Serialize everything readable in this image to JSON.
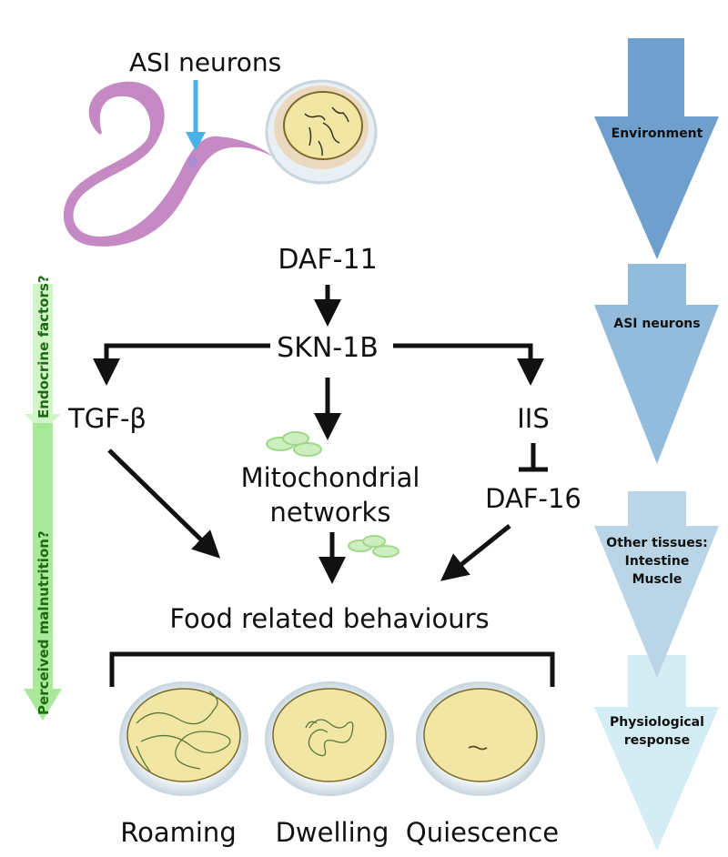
{
  "worm_label": "ASI neurons",
  "pathway": {
    "daf11": "DAF-11",
    "skn1b": "SKN-1B",
    "tgf": "TGF-β",
    "mito_line1": "Mitochondrial",
    "mito_line2": "networks",
    "iis": "IIS",
    "daf16": "DAF-16",
    "food": "Food related behaviours"
  },
  "behaviours": [
    {
      "label": "Roaming"
    },
    {
      "label": "Dwelling"
    },
    {
      "label": "Quiescence"
    }
  ],
  "side_arrow": {
    "stages": [
      {
        "lines": [
          "Environment"
        ],
        "color": "#6f9fcc"
      },
      {
        "lines": [
          "ASI neurons"
        ],
        "color": "#93bcdc"
      },
      {
        "lines": [
          "Other tissues:",
          "Intestine",
          "Muscle"
        ],
        "color": "#b9d5e6"
      },
      {
        "lines": [
          "Physiological",
          "response"
        ],
        "color": "#d4ecf4"
      }
    ]
  },
  "left_arrow": {
    "text_upper": "Endocrine factors?",
    "text_lower": "Perceived malnutrition?",
    "color": "#9be58a"
  },
  "colors": {
    "worm": "#c58ac4",
    "asi_arrow": "#49b1e8",
    "agar": "#f1e6a3",
    "agar_edge": "#7a6a2a",
    "mito": "#9fd88a"
  }
}
